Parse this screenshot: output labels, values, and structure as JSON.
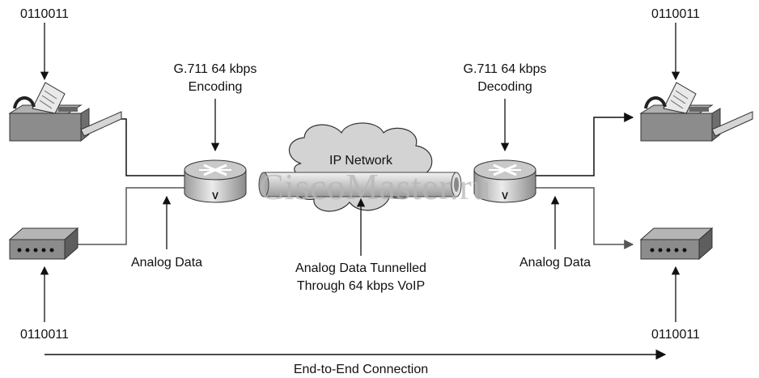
{
  "watermark": "CiscoMaster.ru",
  "cloud_label": "IP Network",
  "codec": {
    "encoding_line1": "G.711 64 kbps",
    "encoding_line2": "Encoding",
    "decoding_line1": "G.711 64 kbps",
    "decoding_line2": "Decoding"
  },
  "bits": {
    "fax_left": "0110011",
    "fax_right": "0110011",
    "modem_left": "0110011",
    "modem_right": "0110011"
  },
  "analog_left": "Analog Data",
  "analog_right": "Analog Data",
  "tunnel_line1": "Analog Data Tunnelled",
  "tunnel_line2": "Through 64 kbps VoIP",
  "end_to_end": "End-to-End Connection",
  "router_symbol": "V",
  "colors": {
    "line": "#111111",
    "pipe": "#b8b8b8",
    "device": "#8c8c8c",
    "cloud": "#d3d3d3"
  }
}
